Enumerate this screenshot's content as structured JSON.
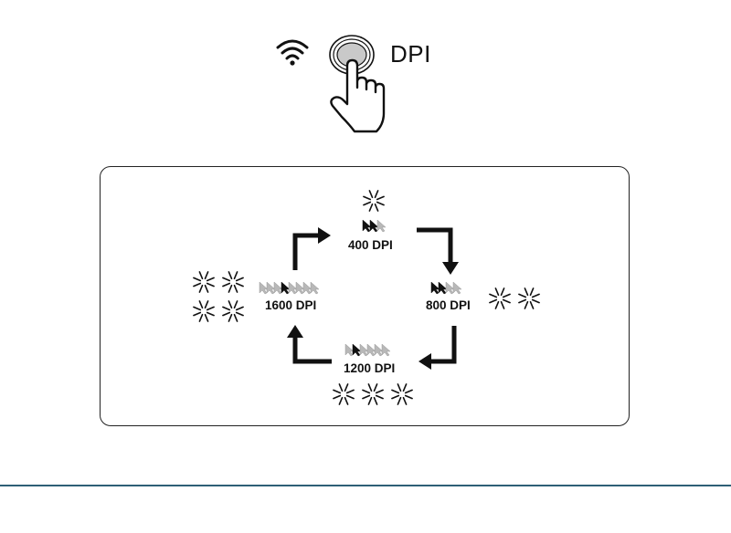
{
  "header": {
    "button_label": "DPI",
    "wifi_icon": "wifi-icon",
    "button_icon": "mouse-button-icon",
    "hand_icon": "pointing-hand-icon"
  },
  "cycle": {
    "steps": [
      {
        "label": "400 DPI",
        "light_indicators": 1,
        "cursor_trail": 3
      },
      {
        "label": "800 DPI",
        "light_indicators": 2,
        "cursor_trail": 4
      },
      {
        "label": "1200 DPI",
        "light_indicators": 3,
        "cursor_trail": 6
      },
      {
        "label": "1600 DPI",
        "light_indicators": 4,
        "cursor_trail": 8
      }
    ],
    "direction": "clockwise",
    "indicator_icon": "light-burst-icon",
    "cursor_icon": "cursor-arrow-icon"
  },
  "colors": {
    "ink": "#111111",
    "divider": "#2e5f76"
  }
}
